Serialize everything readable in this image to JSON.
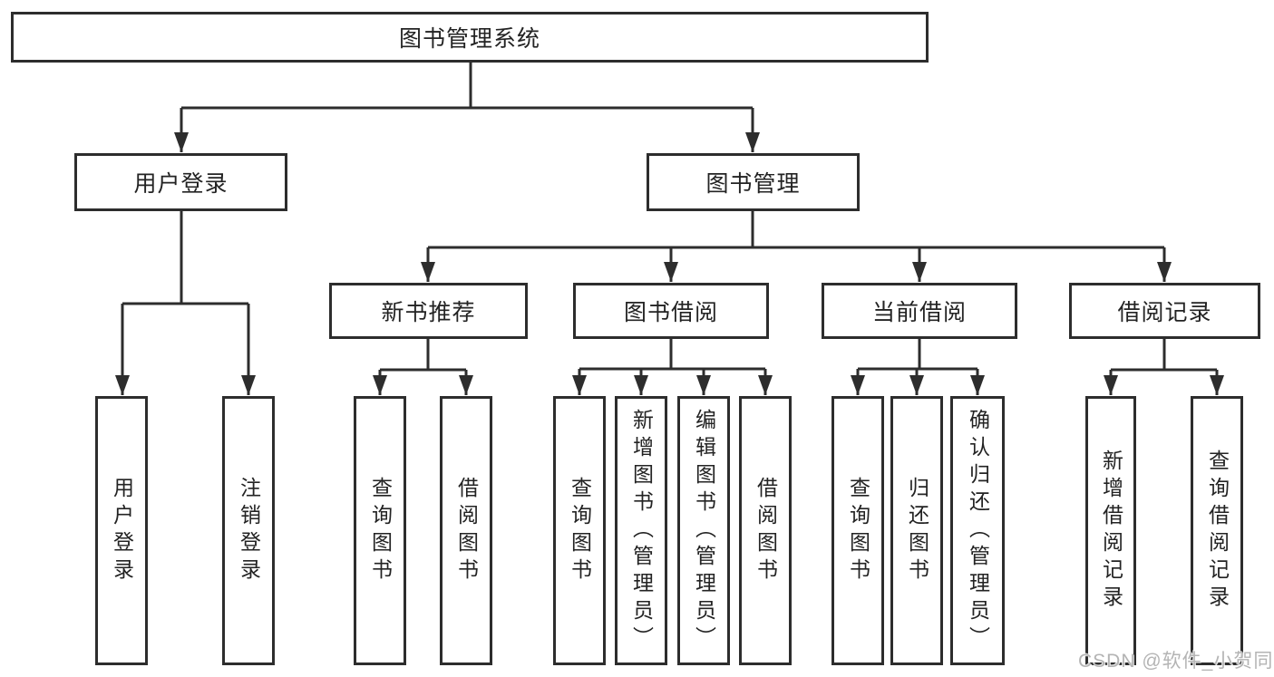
{
  "diagram": {
    "root": {
      "label": "图书管理系统",
      "children": [
        {
          "label": "用户登录",
          "children": [
            {
              "label": "用户登录"
            },
            {
              "label": "注销登录"
            }
          ]
        },
        {
          "label": "图书管理",
          "children": [
            {
              "label": "新书推荐",
              "children": [
                {
                  "label": "查询图书"
                },
                {
                  "label": "借阅图书"
                }
              ]
            },
            {
              "label": "图书借阅",
              "children": [
                {
                  "label": "查询图书"
                },
                {
                  "label": "新增图书（管理员）"
                },
                {
                  "label": "编辑图书（管理员）"
                },
                {
                  "label": "借阅图书"
                }
              ]
            },
            {
              "label": "当前借阅",
              "children": [
                {
                  "label": "查询图书"
                },
                {
                  "label": "归还图书"
                },
                {
                  "label": "确认归还（管理员）"
                }
              ]
            },
            {
              "label": "借阅记录",
              "children": [
                {
                  "label": "新增借阅记录"
                },
                {
                  "label": "查询借阅记录"
                }
              ]
            }
          ]
        }
      ]
    }
  },
  "watermark": {
    "text": "CSDN @软件_小贺同学"
  },
  "colors": {
    "line": "#2d2d2d",
    "box_border": "#2d2d2d",
    "box_background": "#ffffff",
    "text": "#232323",
    "watermark_text": "#b4b4b4",
    "page_background": "#ffffff"
  }
}
